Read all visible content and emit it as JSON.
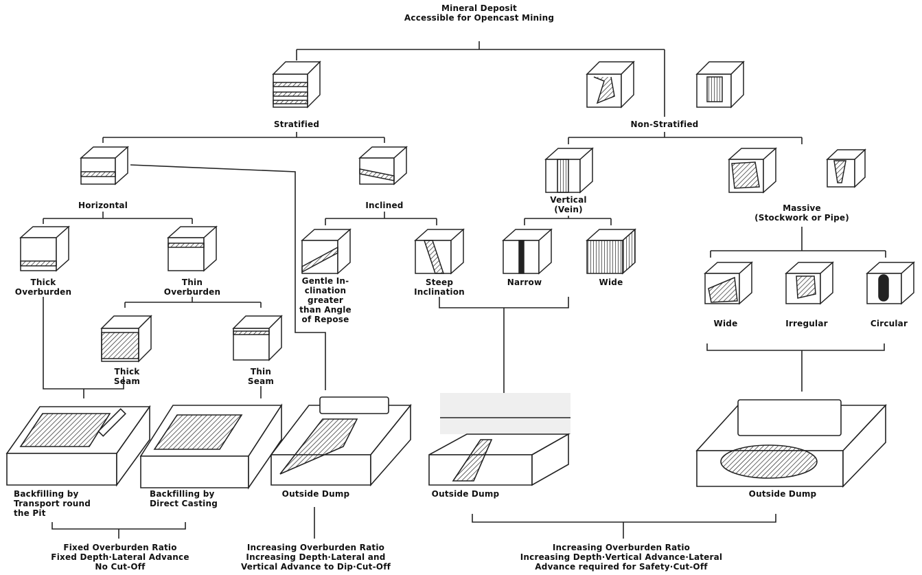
{
  "root": {
    "line1": "Mineral Deposit",
    "line2": "Accessible for Opencast Mining"
  },
  "stratified": "Stratified",
  "non_stratified": "Non-Stratified",
  "horizontal": "Horizontal",
  "inclined": "Inclined",
  "vertical": "Vertical\n(Vein)",
  "massive": "Massive\n(Stockwork or Pipe)",
  "thick_overburden": "Thick\nOverburden",
  "thin_overburden": "Thin\nOverburden",
  "thick_seam": "Thick\nSeam",
  "thin_seam": "Thin\nSeam",
  "gentle": "Gentle In-\nclination\ngreater\nthan Angle\nof Repose",
  "steep": "Steep\nInclination",
  "narrow": "Narrow",
  "wide_vein": "Wide",
  "wide_massive": "Wide",
  "irregular": "Irregular",
  "circular": "Circular",
  "method_backfill_transport": "Backfilling by\nTransport round\nthe Pit",
  "method_backfill_casting": "Backfilling by\nDirect Casting",
  "method_outside_dump_1": "Outside Dump",
  "method_outside_dump_2": "Outside Dump",
  "method_outside_dump_3": "Outside Dump",
  "summary_1": "Fixed Overburden Ratio\nFixed Depth·Lateral Advance\nNo Cut-Off",
  "summary_2": "Increasing Overburden Ratio\nIncreasing Depth·Lateral and\nVertical Advance to Dip·Cut-Off",
  "summary_3": "Increasing Overburden Ratio\nIncreasing Depth·Vertical Advance·Lateral\nAdvance required for Safety·Cut-Off"
}
